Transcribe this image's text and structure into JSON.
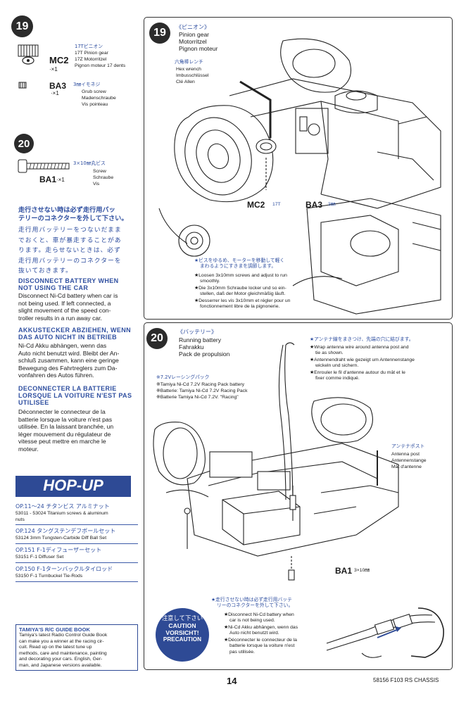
{
  "left": {
    "step19": {
      "number": "19",
      "pinion_part": "MC2",
      "pinion_qty": "·×1",
      "pinion_jp": "17Tピニオン",
      "pinion_en": "17T Pinion gear",
      "pinion_de": "17Z Motorritzel",
      "pinion_fr": "Pignon moteur 17 dents",
      "screw_part": "BA3",
      "screw_qty": "·×1",
      "screw_jp": "3㎜イモネジ",
      "screw_en": "Grub screw",
      "screw_de": "Madenschraube",
      "screw_fr": "Vis pointeau"
    },
    "step20": {
      "number": "20",
      "screw_size": "3×10㎜丸ビス",
      "screw_part": "BA1",
      "screw_qty": "·×1",
      "screw_en": "Screw",
      "screw_de": "Schraube",
      "screw_fr": "Vis"
    },
    "warning": {
      "jp_head_1": "走行させない時は必ず走行用バッ",
      "jp_head_2": "テリーのコネクターを外して下さい。",
      "jp_body_1": "走行用バッテリーをつないだまま",
      "jp_body_2": "でおくと、車が暴走することがあ",
      "jp_body_3": "ります。走らせないときは、必ず",
      "jp_body_4": "走行用バッテリーのコネクターを",
      "jp_body_5": "抜いておきます。",
      "en_head_1": "DISCONNECT BATTERY WHEN",
      "en_head_2": "NOT USING THE CAR",
      "en_body": [
        "Disconnect Ni-Cd battery when car is",
        "not being used. If left connected, a",
        "slight movement of the speed con-",
        "troller results in a run away car."
      ],
      "de_head_1": "AKKUSTECKER ABZIEHEN, WENN",
      "de_head_2": "DAS AUTO NICHT IN BETRIEB",
      "de_body": [
        "Ni-Cd Akku abhängen, wenn das",
        "Auto nicht benutzt wird. Bleibt der An-",
        "schluß zusammen, kann eine geringe",
        "Bewegung des Fahrtreglers zum Da-",
        "vonfahren des Autos führen."
      ],
      "fr_head_1": "DECONNECTER LA BATTERIE",
      "fr_head_2": "LORSQUE LA VOITURE N'EST PAS",
      "fr_head_3": "UTILISEE",
      "fr_body": [
        "Déconnecter le connecteur de la",
        "batterie lorsque la voiture n'est pas",
        "utilisée. En la laissant branchée, un",
        "léger mouvement du régulateur de",
        "vitesse peut mettre en marche le",
        "moteur."
      ]
    },
    "hopup": {
      "title": "HOP-UP OPTIONS",
      "items": [
        {
          "code_jp": "OP.11～24 チタンビス アルミナット",
          "desc": "53011 - 53024 Titanium screws & aluminum",
          "desc2": "nuts"
        },
        {
          "code_jp": "OP.124 タングステンデフボールセット",
          "desc": "53124 3mm Tungsten-Carbide Diff Ball Set",
          "desc2": ""
        },
        {
          "code_jp": "OP.151 F-1ディフューザーセット",
          "desc": "53151 F-1 Diffuser Set",
          "desc2": ""
        },
        {
          "code_jp": "OP.150 F-1ターンバックルタイロッド",
          "desc": "53150 F-1 Turnbuckel Tie-Rods",
          "desc2": ""
        }
      ]
    },
    "guide": {
      "title": "TAMIYA'S R/C GUIDE BOOK",
      "lines": [
        "Tamiya's latest Radio Control Guide Book",
        "can make you a winner at the racing cir-",
        "cuit. Read up on the latest tune up",
        "methods, care and maintenance, painting",
        "and decorating your cars. English, Ger-",
        "man, and Japanese versions available."
      ]
    }
  },
  "panel19": {
    "number": "19",
    "title_jp": "《ピニオン》",
    "title_en": "Pinion gear",
    "title_de": "Motorritzel",
    "title_fr": "Pignon moteur",
    "wrench_jp": "六角棒レンチ",
    "wrench_en": "Hex wrench",
    "wrench_de": "Imbusschlüssel",
    "wrench_fr": "Clé Allen",
    "label_mc2": "MC2",
    "label_mc2_sub": "17T",
    "label_ba3": "BA3",
    "label_ba3_sub": "3㎜",
    "note_jp_1": "★ビスをゆるめ、モーターを移動して軽く",
    "note_jp_2": "まわるようにすきまを調節します。",
    "note_en_1": "★Loosen 3x10mm screws and adjust to run",
    "note_en_2": "smoothly.",
    "note_de_1": "★Die 3x10mm Schraube locker und so ein-",
    "note_de_2": "stellen, daß der Motor gleichmäßig läuft.",
    "note_fr_1": "★Desserrer les vis 3x10mm et régler pour un",
    "note_fr_2": "fonctionnement libre de la pignonerie."
  },
  "panel20": {
    "number": "20",
    "title_jp": "《バッテリー》",
    "title_en": "Running battery",
    "title_de": "Fahrakku",
    "title_fr": "Pack de propulsion",
    "batt_jp": "※7.2Vレーシングパック",
    "batt_en": "※Tamiya Ni-Cd 7.2V Racing Pack battery",
    "batt_de": "※Batterie: Tamiya Ni-Cd 7.2V Racing Pack",
    "batt_fr": "※Batterie Tamiya Ni-Cd 7.2V. \"Racing\"",
    "ant_jp": "★アンテナ線をまきつけ、先端の穴に結びます。",
    "ant_en_1": "★Wrap antenna wire around antenna post and",
    "ant_en_2": "tie as shown.",
    "ant_de_1": "★Antennendraht wie gezeigt um Antennenstange",
    "ant_de_2": "wickeln und sichern.",
    "ant_fr_1": "★Enrouler le fil d'antenne autour du mât et le",
    "ant_fr_2": "fixer comme indiqué.",
    "post_jp": "アンテナポスト",
    "post_en": "Antenna post",
    "post_de": "Antennenstange",
    "post_fr": "Mât d'antenne",
    "label_ba1": "BA1",
    "label_ba1_sub": "3×10㎜",
    "caution_jp": "注意して下さい",
    "caution_en": "CAUTION",
    "caution_de": "VORSICHT!",
    "caution_fr": "PRECAUTION",
    "warn_jp_1": "★走行させない時は必ず走行用バッテ",
    "warn_jp_2": "リーのコネクターを外して下さい。",
    "warn_en_1": "★Disconnect Ni-Cd battery when",
    "warn_en_2": "car is not being used.",
    "warn_de_1": "★Ni-Cd Akku abhängen, wenn das",
    "warn_de_2": "Auto nicht benutzt wird.",
    "warn_fr_1": "★Déconnecter le connecteur de la",
    "warn_fr_2": "batterie lorsque la voiture n'est",
    "warn_fr_3": "pas utilisée."
  },
  "footer": {
    "page": "14",
    "product": "58156 F103 RS CHASSIS"
  }
}
